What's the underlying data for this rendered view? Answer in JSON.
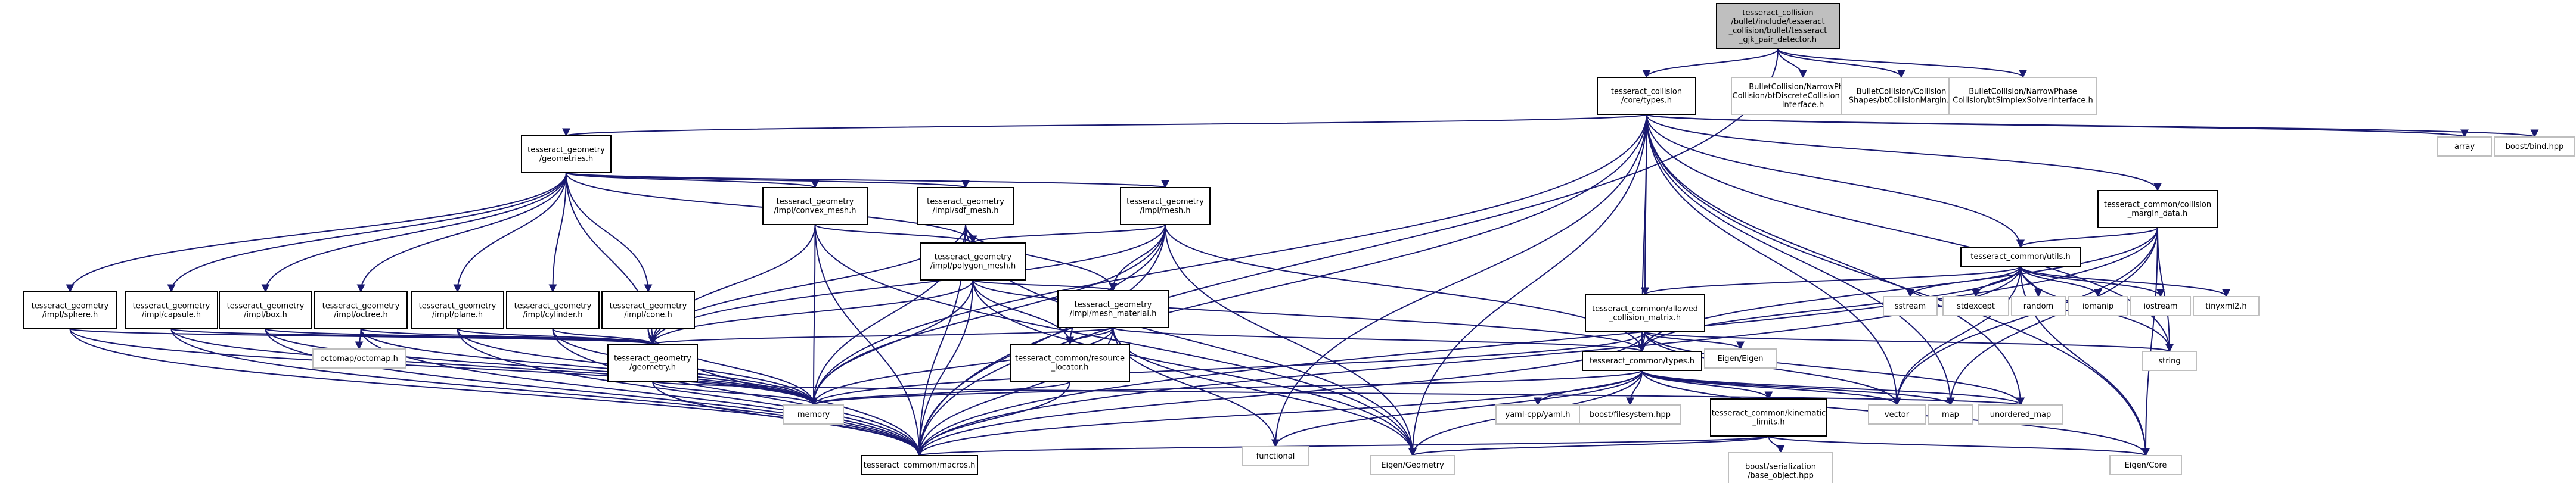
{
  "colors": {
    "edge": "#191970",
    "node_border": "#000000",
    "external_border": "#bfbfbf",
    "external_text": "#5a5a5a",
    "root_fill": "#bfbfbf",
    "node_fill": "#ffffff"
  },
  "nodes": [
    {
      "id": "root",
      "lines": [
        "tesseract_collision",
        "/bullet/include/tesseract",
        "_collision/bullet/tesseract",
        "_gjk_pair_detector.h"
      ],
      "kind": "root"
    },
    {
      "id": "types",
      "lines": [
        "tesseract_collision",
        "/core/types.h"
      ],
      "kind": "node"
    },
    {
      "id": "btdiscrete",
      "lines": [
        "BulletCollision/NarrowPhase",
        "Collision/btDiscreteCollisionDetector",
        "Interface.h"
      ],
      "kind": "external"
    },
    {
      "id": "btmargin",
      "lines": [
        "BulletCollision/Collision",
        "Shapes/btCollisionMargin.h"
      ],
      "kind": "external"
    },
    {
      "id": "btsimplex",
      "lines": [
        "BulletCollision/NarrowPhase",
        "Collision/btSimplexSolverInterface.h"
      ],
      "kind": "external"
    },
    {
      "id": "geometries",
      "lines": [
        "tesseract_geometry",
        "/geometries.h"
      ],
      "kind": "node"
    },
    {
      "id": "convexmesh",
      "lines": [
        "tesseract_geometry",
        "/impl/convex_mesh.h"
      ],
      "kind": "node"
    },
    {
      "id": "sdfmesh",
      "lines": [
        "tesseract_geometry",
        "/impl/sdf_mesh.h"
      ],
      "kind": "node"
    },
    {
      "id": "meshh",
      "lines": [
        "tesseract_geometry",
        "/impl/mesh.h"
      ],
      "kind": "node"
    },
    {
      "id": "polygon",
      "lines": [
        "tesseract_geometry",
        "/impl/polygon_mesh.h"
      ],
      "kind": "node"
    },
    {
      "id": "meshmat",
      "lines": [
        "tesseract_geometry",
        "/impl/mesh_material.h"
      ],
      "kind": "node"
    },
    {
      "id": "resloc",
      "lines": [
        "tesseract_common/resource",
        "_locator.h"
      ],
      "kind": "node"
    },
    {
      "id": "sphere",
      "lines": [
        "tesseract_geometry",
        "/impl/sphere.h"
      ],
      "kind": "node"
    },
    {
      "id": "capsule",
      "lines": [
        "tesseract_geometry",
        "/impl/capsule.h"
      ],
      "kind": "node"
    },
    {
      "id": "box",
      "lines": [
        "tesseract_geometry",
        "/impl/box.h"
      ],
      "kind": "node"
    },
    {
      "id": "octree",
      "lines": [
        "tesseract_geometry",
        "/impl/octree.h"
      ],
      "kind": "node"
    },
    {
      "id": "plane",
      "lines": [
        "tesseract_geometry",
        "/impl/plane.h"
      ],
      "kind": "node"
    },
    {
      "id": "cylinder",
      "lines": [
        "tesseract_geometry",
        "/impl/cylinder.h"
      ],
      "kind": "node"
    },
    {
      "id": "cone",
      "lines": [
        "tesseract_geometry",
        "/impl/cone.h"
      ],
      "kind": "node"
    },
    {
      "id": "geometry",
      "lines": [
        "tesseract_geometry",
        "/geometry.h"
      ],
      "kind": "node"
    },
    {
      "id": "octomap",
      "lines": [
        "octomap/octomap.h"
      ],
      "kind": "external"
    },
    {
      "id": "memory",
      "lines": [
        "memory"
      ],
      "kind": "external"
    },
    {
      "id": "macros",
      "lines": [
        "tesseract_common/macros.h"
      ],
      "kind": "node"
    },
    {
      "id": "eigengeom",
      "lines": [
        "Eigen/Geometry"
      ],
      "kind": "external"
    },
    {
      "id": "functional",
      "lines": [
        "functional"
      ],
      "kind": "external"
    },
    {
      "id": "acm",
      "lines": [
        "tesseract_common/allowed",
        "_collision_matrix.h"
      ],
      "kind": "node"
    },
    {
      "id": "eigeneigen",
      "lines": [
        "Eigen/Eigen"
      ],
      "kind": "external"
    },
    {
      "id": "ctypes",
      "lines": [
        "tesseract_common/types.h"
      ],
      "kind": "node"
    },
    {
      "id": "yaml",
      "lines": [
        "yaml-cpp/yaml.h"
      ],
      "kind": "external"
    },
    {
      "id": "boostfs",
      "lines": [
        "boost/filesystem.hpp"
      ],
      "kind": "external"
    },
    {
      "id": "kinlimits",
      "lines": [
        "tesseract_common/kinematic",
        "_limits.h"
      ],
      "kind": "node"
    },
    {
      "id": "boostser",
      "lines": [
        "boost/serialization",
        "/base_object.hpp"
      ],
      "kind": "external"
    },
    {
      "id": "vector",
      "lines": [
        "vector"
      ],
      "kind": "external"
    },
    {
      "id": "map",
      "lines": [
        "map"
      ],
      "kind": "external"
    },
    {
      "id": "umap",
      "lines": [
        "unordered_map"
      ],
      "kind": "external"
    },
    {
      "id": "eigencore",
      "lines": [
        "Eigen/Core"
      ],
      "kind": "external"
    },
    {
      "id": "margin",
      "lines": [
        "tesseract_common/collision",
        "_margin_data.h"
      ],
      "kind": "node"
    },
    {
      "id": "utils",
      "lines": [
        "tesseract_common/utils.h"
      ],
      "kind": "node"
    },
    {
      "id": "sstream",
      "lines": [
        "sstream"
      ],
      "kind": "external"
    },
    {
      "id": "stdexcept",
      "lines": [
        "stdexcept"
      ],
      "kind": "external"
    },
    {
      "id": "random",
      "lines": [
        "random"
      ],
      "kind": "external"
    },
    {
      "id": "iomanip",
      "lines": [
        "iomanip"
      ],
      "kind": "external"
    },
    {
      "id": "iostream",
      "lines": [
        "iostream"
      ],
      "kind": "external"
    },
    {
      "id": "tinyxml",
      "lines": [
        "tinyxml2.h"
      ],
      "kind": "external"
    },
    {
      "id": "string",
      "lines": [
        "string"
      ],
      "kind": "external"
    },
    {
      "id": "array",
      "lines": [
        "array"
      ],
      "kind": "external"
    },
    {
      "id": "boostbind",
      "lines": [
        "boost/bind.hpp"
      ],
      "kind": "external"
    }
  ],
  "edges": [
    [
      "root",
      "types"
    ],
    [
      "root",
      "btdiscrete"
    ],
    [
      "root",
      "btmargin"
    ],
    [
      "root",
      "btsimplex"
    ],
    [
      "root",
      "macros"
    ],
    [
      "types",
      "geometries"
    ],
    [
      "types",
      "acm"
    ],
    [
      "types",
      "ctypes"
    ],
    [
      "types",
      "margin"
    ],
    [
      "types",
      "utils"
    ],
    [
      "types",
      "memory"
    ],
    [
      "types",
      "macros"
    ],
    [
      "types",
      "eigengeom"
    ],
    [
      "types",
      "functional"
    ],
    [
      "types",
      "vector"
    ],
    [
      "types",
      "map"
    ],
    [
      "types",
      "umap"
    ],
    [
      "types",
      "eigencore"
    ],
    [
      "types",
      "array"
    ],
    [
      "types",
      "boostbind"
    ],
    [
      "types",
      "string"
    ],
    [
      "geometries",
      "sphere"
    ],
    [
      "geometries",
      "capsule"
    ],
    [
      "geometries",
      "box"
    ],
    [
      "geometries",
      "octree"
    ],
    [
      "geometries",
      "plane"
    ],
    [
      "geometries",
      "cylinder"
    ],
    [
      "geometries",
      "cone"
    ],
    [
      "geometries",
      "convexmesh"
    ],
    [
      "geometries",
      "sdfmesh"
    ],
    [
      "geometries",
      "meshh"
    ],
    [
      "geometries",
      "polygon"
    ],
    [
      "geometries",
      "geometry"
    ],
    [
      "convexmesh",
      "polygon"
    ],
    [
      "convexmesh",
      "geometry"
    ],
    [
      "convexmesh",
      "memory"
    ],
    [
      "convexmesh",
      "macros"
    ],
    [
      "convexmesh",
      "eigengeom"
    ],
    [
      "sdfmesh",
      "polygon"
    ],
    [
      "sdfmesh",
      "meshmat"
    ],
    [
      "sdfmesh",
      "geometry"
    ],
    [
      "sdfmesh",
      "memory"
    ],
    [
      "sdfmesh",
      "macros"
    ],
    [
      "sdfmesh",
      "eigengeom"
    ],
    [
      "meshh",
      "polygon"
    ],
    [
      "meshh",
      "meshmat"
    ],
    [
      "meshh",
      "geometry"
    ],
    [
      "meshh",
      "resloc"
    ],
    [
      "meshh",
      "ctypes"
    ],
    [
      "meshh",
      "memory"
    ],
    [
      "meshh",
      "macros"
    ],
    [
      "meshh",
      "eigengeom"
    ],
    [
      "polygon",
      "meshmat"
    ],
    [
      "polygon",
      "resloc"
    ],
    [
      "polygon",
      "geometry"
    ],
    [
      "polygon",
      "ctypes"
    ],
    [
      "polygon",
      "memory"
    ],
    [
      "polygon",
      "macros"
    ],
    [
      "polygon",
      "eigengeom"
    ],
    [
      "meshmat",
      "resloc"
    ],
    [
      "meshmat",
      "geometry"
    ],
    [
      "meshmat",
      "ctypes"
    ],
    [
      "meshmat",
      "memory"
    ],
    [
      "meshmat",
      "macros"
    ],
    [
      "meshmat",
      "eigengeom"
    ],
    [
      "meshmat",
      "functional"
    ],
    [
      "resloc",
      "memory"
    ],
    [
      "resloc",
      "macros"
    ],
    [
      "sphere",
      "geometry"
    ],
    [
      "sphere",
      "memory"
    ],
    [
      "sphere",
      "macros"
    ],
    [
      "capsule",
      "geometry"
    ],
    [
      "capsule",
      "memory"
    ],
    [
      "capsule",
      "macros"
    ],
    [
      "box",
      "geometry"
    ],
    [
      "box",
      "memory"
    ],
    [
      "box",
      "macros"
    ],
    [
      "octree",
      "geometry"
    ],
    [
      "octree",
      "octomap"
    ],
    [
      "octree",
      "memory"
    ],
    [
      "octree",
      "macros"
    ],
    [
      "plane",
      "geometry"
    ],
    [
      "plane",
      "memory"
    ],
    [
      "plane",
      "macros"
    ],
    [
      "cylinder",
      "geometry"
    ],
    [
      "cylinder",
      "memory"
    ],
    [
      "cylinder",
      "macros"
    ],
    [
      "cone",
      "geometry"
    ],
    [
      "cone",
      "memory"
    ],
    [
      "cone",
      "macros"
    ],
    [
      "geometry",
      "memory"
    ],
    [
      "geometry",
      "macros"
    ],
    [
      "geometry",
      "umap"
    ],
    [
      "acm",
      "ctypes"
    ],
    [
      "acm",
      "eigeneigen"
    ],
    [
      "acm",
      "memory"
    ],
    [
      "acm",
      "macros"
    ],
    [
      "acm",
      "vector"
    ],
    [
      "acm",
      "umap"
    ],
    [
      "acm",
      "string"
    ],
    [
      "ctypes",
      "memory"
    ],
    [
      "ctypes",
      "macros"
    ],
    [
      "ctypes",
      "eigengeom"
    ],
    [
      "ctypes",
      "yaml"
    ],
    [
      "ctypes",
      "boostfs"
    ],
    [
      "ctypes",
      "kinlimits"
    ],
    [
      "ctypes",
      "vector"
    ],
    [
      "ctypes",
      "map"
    ],
    [
      "ctypes",
      "umap"
    ],
    [
      "ctypes",
      "eigencore"
    ],
    [
      "ctypes",
      "functional"
    ],
    [
      "kinlimits",
      "macros"
    ],
    [
      "kinlimits",
      "eigencore"
    ],
    [
      "kinlimits",
      "boostser"
    ],
    [
      "kinlimits",
      "eigengeom"
    ],
    [
      "margin",
      "utils"
    ],
    [
      "margin",
      "ctypes"
    ],
    [
      "margin",
      "macros"
    ],
    [
      "margin",
      "eigencore"
    ],
    [
      "margin",
      "string"
    ],
    [
      "margin",
      "vector"
    ],
    [
      "margin",
      "map"
    ],
    [
      "utils",
      "acm"
    ],
    [
      "utils",
      "ctypes"
    ],
    [
      "utils",
      "macros"
    ],
    [
      "utils",
      "eigencore"
    ],
    [
      "utils",
      "sstream"
    ],
    [
      "utils",
      "stdexcept"
    ],
    [
      "utils",
      "random"
    ],
    [
      "utils",
      "iomanip"
    ],
    [
      "utils",
      "iostream"
    ],
    [
      "utils",
      "tinyxml"
    ],
    [
      "utils",
      "string"
    ],
    [
      "utils",
      "vector"
    ]
  ]
}
